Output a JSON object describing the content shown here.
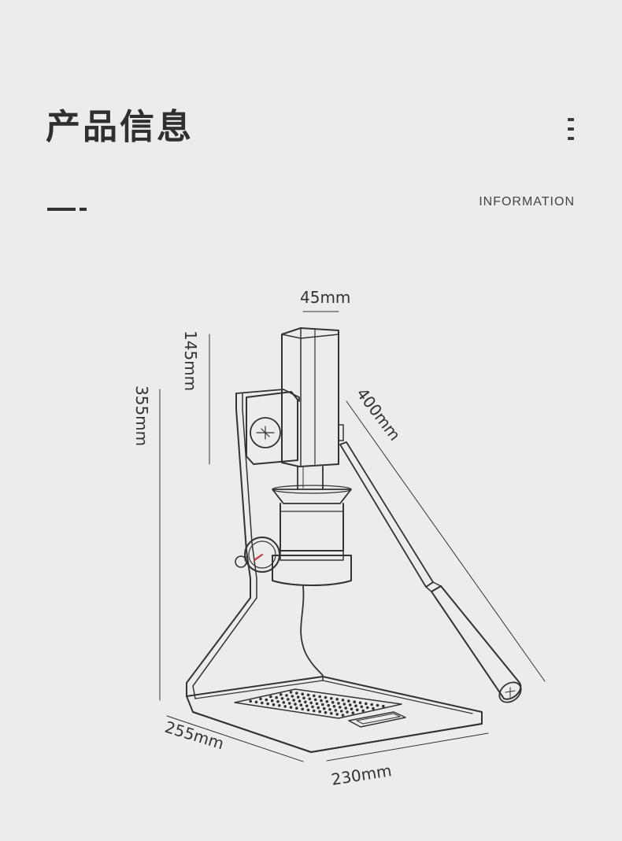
{
  "header": {
    "title": "产品信息",
    "subtitle": "INFORMATION"
  },
  "dimensions": {
    "top_width": "45mm",
    "head_height": "145mm",
    "total_height": "355mm",
    "lever_length": "400mm",
    "depth": "255mm",
    "base_width": "230mm"
  },
  "colors": {
    "background": "#ececec",
    "line": "#333333",
    "gauge_needle": "#d0312d"
  },
  "icons": [
    "menu-dots-icon",
    "espresso-machine-illustration"
  ]
}
